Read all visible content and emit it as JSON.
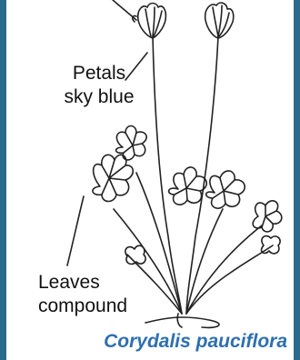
{
  "labels": {
    "petals_line1": "Petals",
    "petals_line2": "sky blue",
    "leaves_line1": "Leaves",
    "leaves_line2": "compound"
  },
  "caption": "Corydalis pauciflora",
  "colors": {
    "border": "#2a6a8a",
    "caption": "#2e6fb0",
    "ink": "#222222"
  }
}
